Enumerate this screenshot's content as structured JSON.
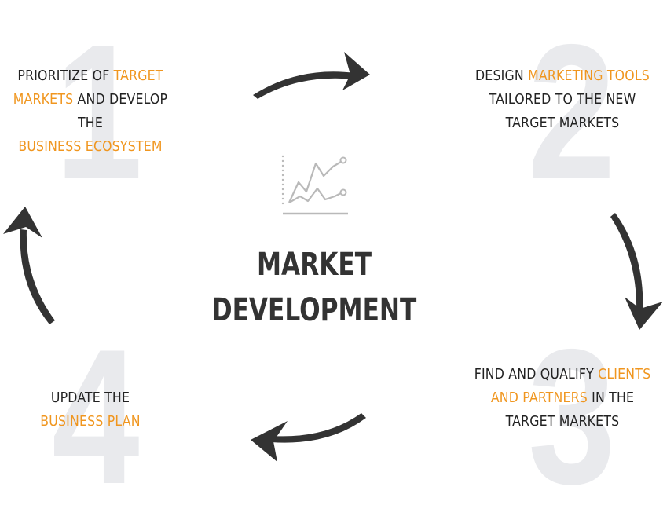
{
  "title": {
    "line1": "MARKET",
    "line2": "DEVELOPMENT"
  },
  "background_numbers": [
    "1",
    "2",
    "3",
    "4"
  ],
  "colors": {
    "highlight": "#f0961f",
    "text": "#222222",
    "arrow": "#333333",
    "number": "#e9eaed"
  },
  "icons": {
    "center": "line-chart-icon"
  },
  "steps": [
    {
      "lines": [
        [
          {
            "t": "PRIORITIZE OF ",
            "hl": false
          },
          {
            "t": "TARGET",
            "hl": true
          }
        ],
        [
          {
            "t": "MARKETS",
            "hl": true
          },
          {
            "t": " AND DEVELOP THE",
            "hl": false
          }
        ],
        [
          {
            "t": "BUSINESS ECOSYSTEM",
            "hl": true
          }
        ]
      ]
    },
    {
      "lines": [
        [
          {
            "t": "DESIGN ",
            "hl": false
          },
          {
            "t": "MARKETING TOOLS",
            "hl": true
          }
        ],
        [
          {
            "t": "TAILORED TO THE NEW",
            "hl": false
          }
        ],
        [
          {
            "t": "TARGET MARKETS",
            "hl": false
          }
        ]
      ]
    },
    {
      "lines": [
        [
          {
            "t": "FIND AND QUALIFY ",
            "hl": false
          },
          {
            "t": "CLIENTS",
            "hl": true
          }
        ],
        [
          {
            "t": "AND PARTNERS",
            "hl": true
          },
          {
            "t": " IN THE",
            "hl": false
          }
        ],
        [
          {
            "t": "TARGET MARKETS",
            "hl": false
          }
        ]
      ]
    },
    {
      "lines": [
        [
          {
            "t": "UPDATE THE",
            "hl": false
          }
        ],
        [
          {
            "t": "BUSINESS PLAN",
            "hl": true
          }
        ]
      ]
    }
  ]
}
